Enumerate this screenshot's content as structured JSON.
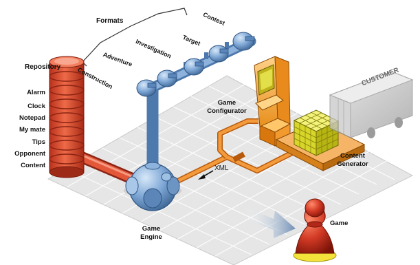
{
  "repository": {
    "title": "Repository",
    "items": [
      "Alarm",
      "Clock",
      "Notepad",
      "My mate",
      "Tips",
      "Opponent",
      "Content"
    ]
  },
  "formats": {
    "title": "Formats",
    "items": [
      "Construction",
      "Adventure",
      "Investigation",
      "Target",
      "Contest"
    ]
  },
  "game_configurator": {
    "label_line1": "Game",
    "label_line2": "Configurator"
  },
  "content_generator": {
    "label_line1": "Content",
    "label_line2": "Generator"
  },
  "game_engine": {
    "label_line1": "Game",
    "label_line2": "Engine"
  },
  "customer_truck": {
    "label": "CUSTOMER"
  },
  "game_piece": {
    "label": "Game"
  },
  "xml_arrow": {
    "label": "XML"
  },
  "colors": {
    "repository_red": "#d9452a",
    "engine_blue": "#6f9ccf",
    "pipe_orange": "#e8781e",
    "cube_yellow": "#d8d82a",
    "grid_gray": "#d9d9d9",
    "truck_gray": "#b9b9b9",
    "piece_red": "#c0281c"
  }
}
